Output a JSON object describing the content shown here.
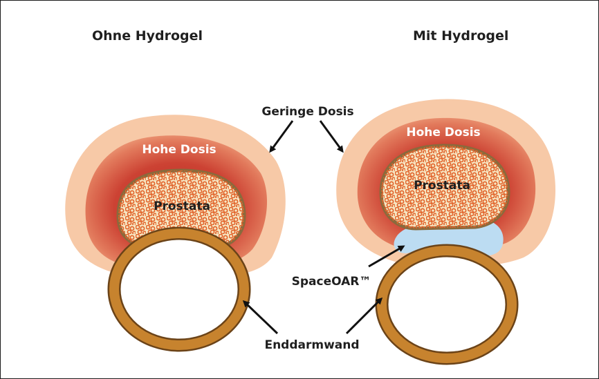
{
  "titles": {
    "left": "Ohne Hydrogel",
    "right": "Mit Hydrogel"
  },
  "labels": {
    "low_dose": "Geringe Dosis",
    "high_dose": "Hohe Dosis",
    "prostate": "Prostata",
    "spacer": "SpaceOAR™",
    "rectal_wall": "Enddarmwand"
  },
  "colors": {
    "low_dose_outer": "#f7c9a7",
    "dose_mid": "#ea8a6b",
    "high_dose_core": "#c8392e",
    "prostate_fill": "#f6e7c4",
    "prostate_border": "#8a6a3c",
    "prostate_dots": "#e2652d",
    "rectum_wall": "#c7832e",
    "rectum_outline": "#6b4318",
    "hydrogel": "#bcdcf2",
    "text_light": "#ffffff",
    "text_dark": "#1f1f1f"
  }
}
